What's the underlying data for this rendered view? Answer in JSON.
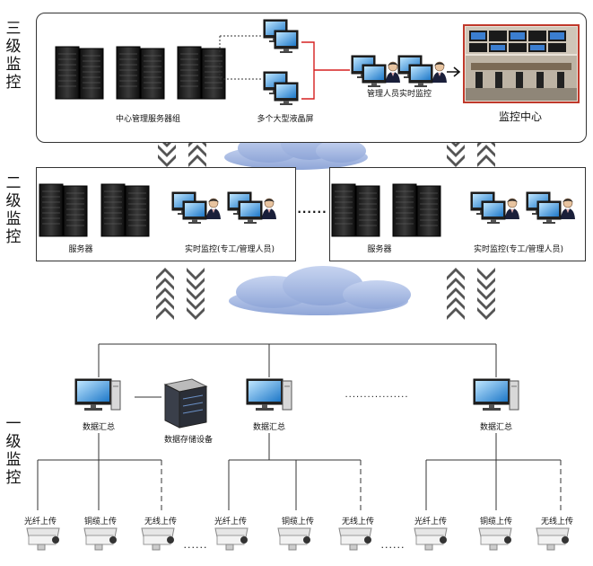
{
  "tiers": {
    "top": {
      "side_label": [
        "三",
        "级",
        "监",
        "控"
      ],
      "server_group_label": "中心管理服务器组",
      "lcd_label": "多个大型液晶屏",
      "manager_label": "管理人员实时监控",
      "center_label": "监控中心"
    },
    "middle": {
      "side_label": [
        "二",
        "级",
        "监",
        "控"
      ],
      "server_label": "服务器",
      "monitor_label": "实时监控(专工/管理人员)",
      "ellipsis": "......"
    },
    "bottom": {
      "side_label": [
        "一",
        "级",
        "监",
        "控"
      ],
      "summary_label": "数据汇总",
      "storage_label": "数据存储设备",
      "dots": ".................",
      "camera_dots": "......",
      "uploads": [
        "光纤上传",
        "铜缆上传",
        "无线上传"
      ]
    }
  },
  "colors": {
    "cloud": "#aebfe6",
    "red_line": "#d52020",
    "chevron": "#555555"
  }
}
